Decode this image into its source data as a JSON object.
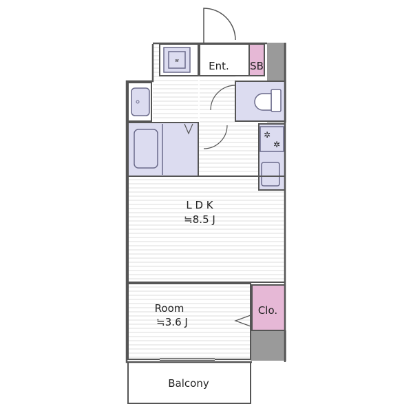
{
  "rooms": {
    "ldk": {
      "label": "L D K",
      "size": "≒8.5 J"
    },
    "room": {
      "label": "Room",
      "size": "≒3.6 J"
    },
    "entrance": {
      "label": "Ent."
    },
    "shoe_box": {
      "label": "SB"
    },
    "closet": {
      "label": "Clo."
    },
    "balcony": {
      "label": "Balcony"
    },
    "washer": {
      "label": "w"
    }
  },
  "colors": {
    "wall": "#555555",
    "outer_shade": "#9a9a9a",
    "fixture_fill": "#dcdcf0",
    "fixture_stroke": "#6a6a8a",
    "storage_fill": "#e6b8d6",
    "floor_line": "#d9d9d9"
  }
}
